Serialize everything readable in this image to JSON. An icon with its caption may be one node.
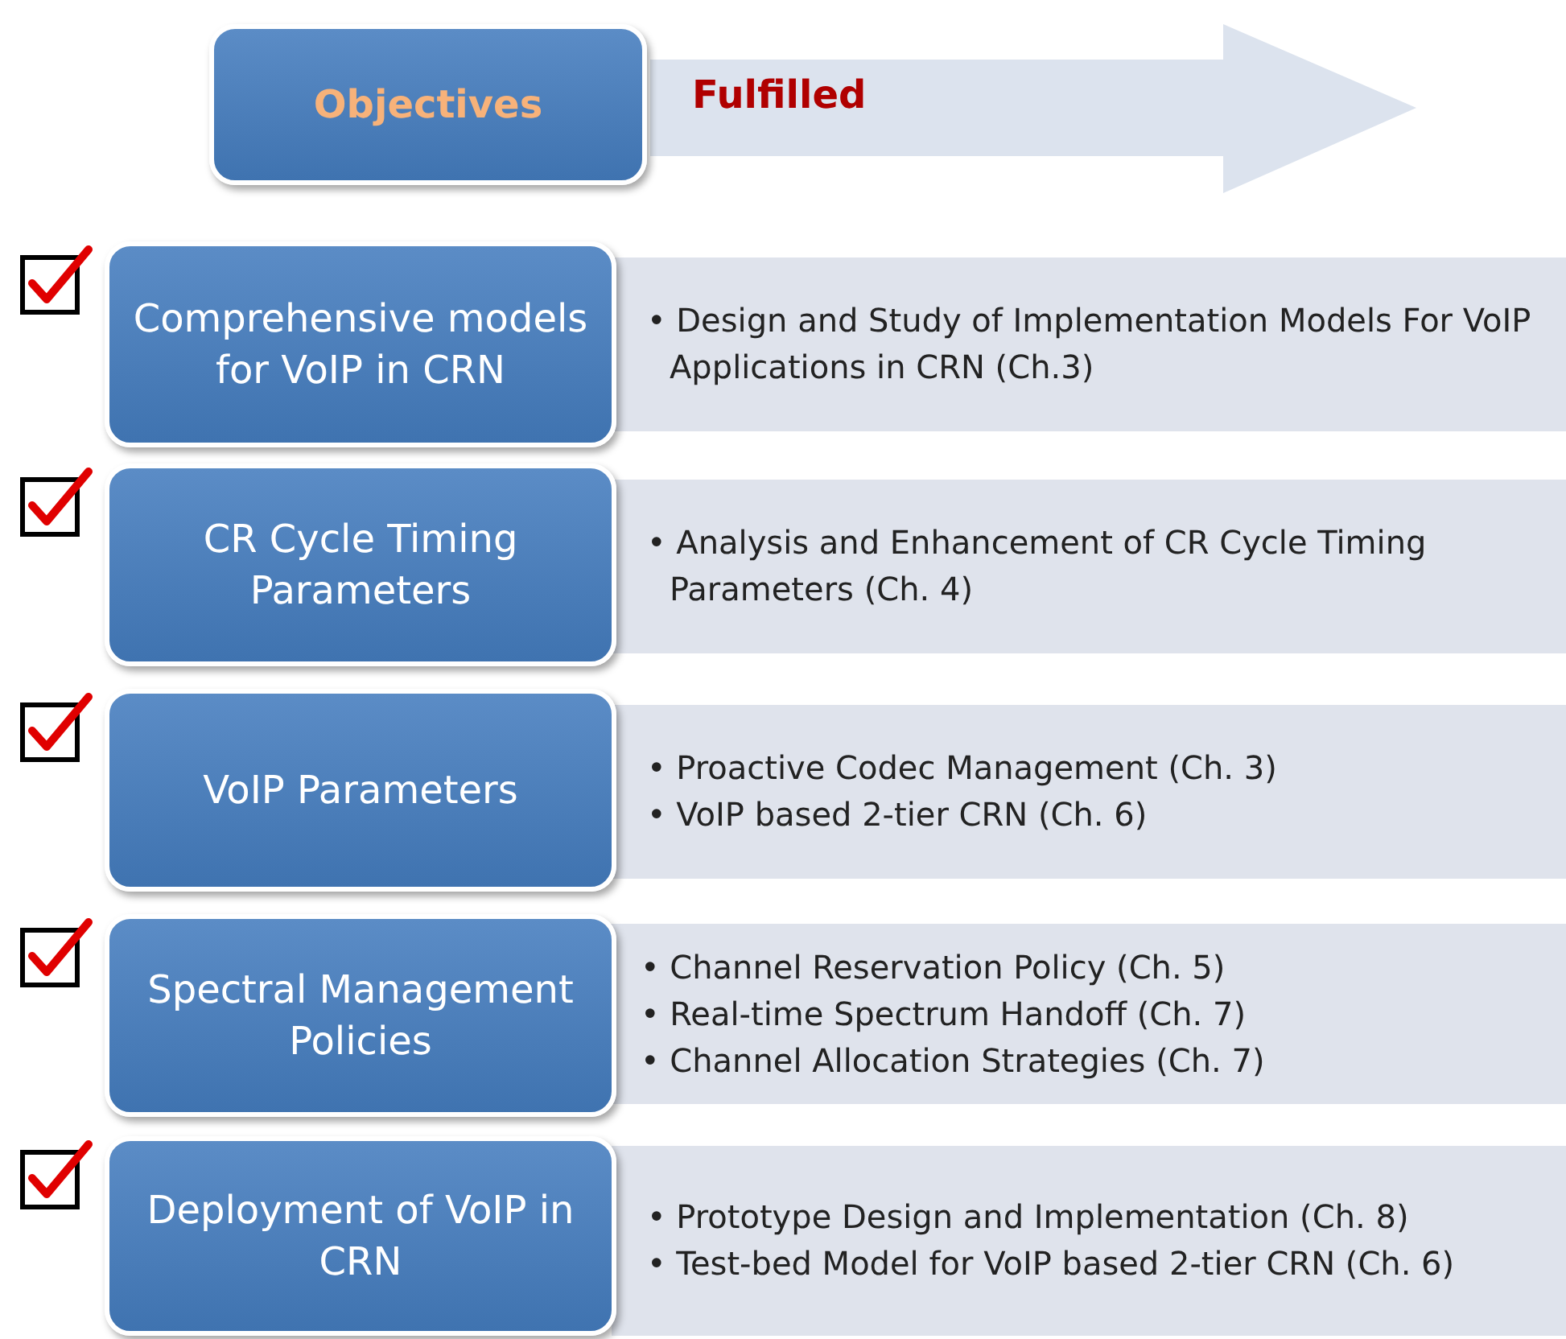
{
  "diagram": {
    "nodes": [
      {
        "text": [
          "Objectives"
        ]
      },
      {
        "text": [
          "Fulfilled"
        ]
      },
      {
        "text": [
          "Comprehensive models for VoIP in CRN"
        ]
      },
      {
        "text": [
          "• Design and Study of Implementation Models For VoIP Applications in CRN (Ch.3)"
        ]
      },
      {
        "text": [
          "CR Cycle Timing Parameters"
        ]
      },
      {
        "text": [
          "• Analysis and Enhancement of CR Cycle Timing Parameters (Ch. 4)"
        ]
      },
      {
        "text": [
          "VoIP Parameters"
        ]
      },
      {
        "text": [
          "• Proactive Codec Management (Ch. 3)",
          "• VoIP based 2-tier CRN (Ch. 6)"
        ]
      },
      {
        "text": [
          "Spectral Management Policies"
        ]
      },
      {
        "text": [
          "• Channel Reservation Policy (Ch. 5)",
          "• Real-time Spectrum Handoff (Ch. 7)",
          "• Channel Allocation Strategies (Ch. 7)"
        ]
      },
      {
        "text": [
          "Deployment of VoIP in CRN"
        ]
      },
      {
        "text": [
          "• Prototype Design and Implementation (Ch. 8)",
          "• Test-bed Model for VoIP based 2-tier CRN (Ch. 6)"
        ]
      }
    ]
  }
}
